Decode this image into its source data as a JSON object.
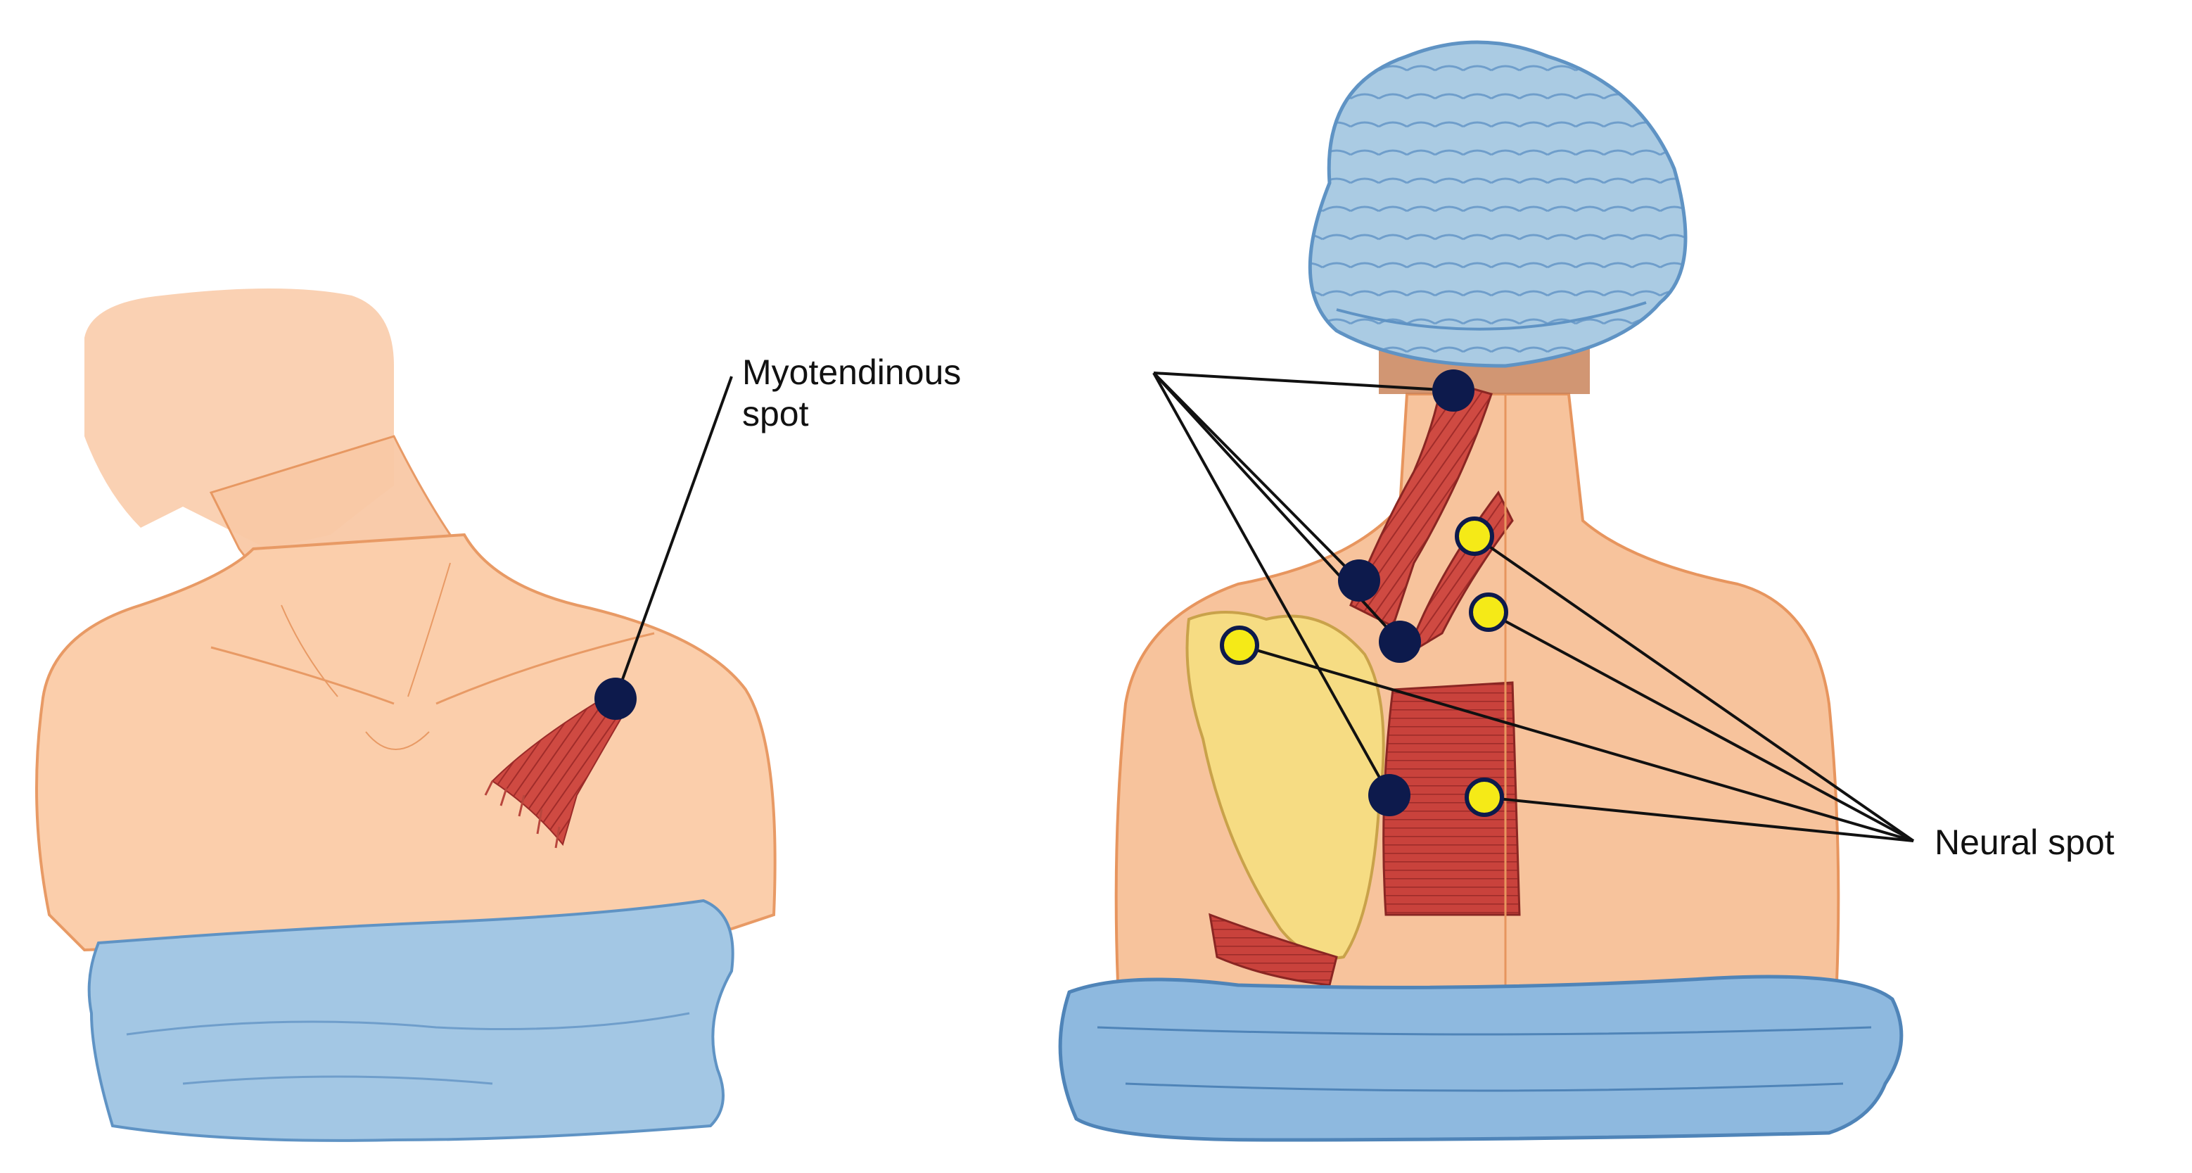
{
  "labels": {
    "myotendinous_line1": "Myotendinous",
    "myotendinous_line2": "spot",
    "neural": "Neural spot"
  },
  "colors": {
    "skin": "#f9c9a6",
    "skin_outline": "#e7955e",
    "drape": "#9dc3e2",
    "drape_outline": "#5f93c4",
    "cap": "#a9cbe2",
    "muscle": "#c9423c",
    "scapula": "#f6dc83",
    "hair": "#c9845a",
    "myotendinous_marker": "#0d1a4c",
    "neural_marker": "#f5ea17",
    "leader_line": "#111111"
  },
  "icons": [
    "front-figure-illustration",
    "back-figure-illustration"
  ]
}
